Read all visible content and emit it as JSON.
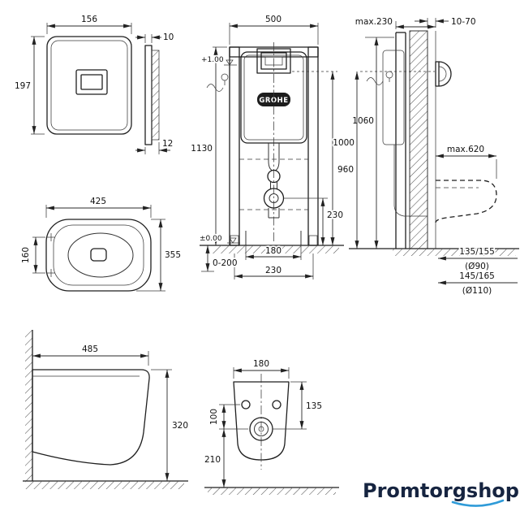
{
  "brand_area": {
    "logo_text_1": "Promtorg",
    "logo_text_2": "shop"
  },
  "colors": {
    "logo_text": "#162440",
    "logo_swoosh": "#2f9bd8",
    "badge_bg": "#1d1d1d",
    "badge_text": "#ffffff",
    "line": "#1f1f1f"
  },
  "views": {
    "plate_front": {
      "width": "156",
      "height": "197"
    },
    "plate_side": {
      "thickness_top": "10",
      "thickness_bottom": "12"
    },
    "frame_front": {
      "width": "500",
      "height": "1130",
      "plate_center_h": "960",
      "outlet_h": "230",
      "rod_spacing": "180",
      "outlet_spacing": "230",
      "feet_range": "0-200",
      "level_top": "+1.00",
      "level_floor": "±0.00",
      "brand": "GROHE"
    },
    "frame_side": {
      "depth": "max.230",
      "wall_thickness": "10-70",
      "fixing_h": "1060",
      "plate_h": "1000",
      "toilet_depth": "max.620",
      "drain_h_1": "135/155",
      "drain_d_1": "(Ø90)",
      "drain_h_2": "145/165",
      "drain_d_2": "(Ø110)"
    },
    "toilet_top": {
      "width": "425",
      "hole_spacing": "160",
      "depth": "355"
    },
    "toilet_side": {
      "depth": "485",
      "height": "320"
    },
    "toilet_back": {
      "width": "180",
      "top_to_drain": "135",
      "holes_to_drain": "100",
      "drain_to_floor": "210"
    }
  }
}
